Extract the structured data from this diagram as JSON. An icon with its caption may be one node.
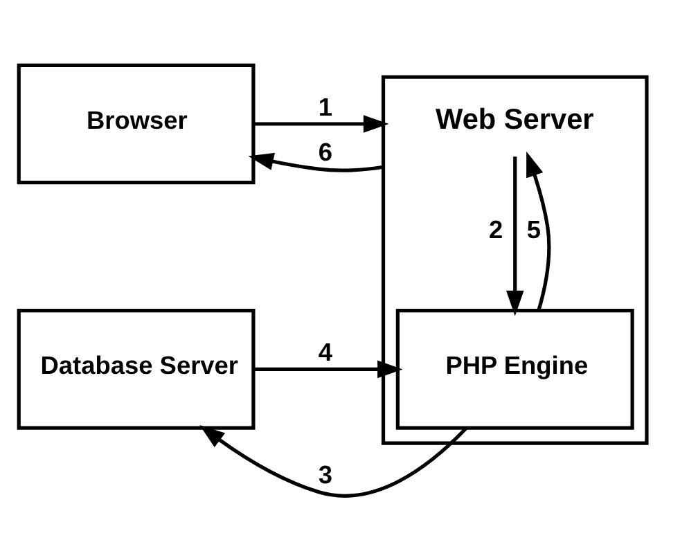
{
  "diagram": {
    "nodes": [
      {
        "text": [
          "Web Server"
        ]
      },
      {
        "text": [
          "Browser"
        ]
      },
      {
        "text": [
          "Database Server"
        ]
      },
      {
        "text": [
          "PHP Engine"
        ],
        "in": 0
      }
    ],
    "edges": [
      {
        "from": 1,
        "to": 0,
        "arrow": "to",
        "label": "1"
      },
      {
        "from": 0,
        "to": 3,
        "arrow": "to",
        "label": "2"
      },
      {
        "from": 3,
        "to": 2,
        "arrow": "to",
        "label": "3"
      },
      {
        "from": 2,
        "to": 3,
        "arrow": "to",
        "label": "4"
      },
      {
        "from": 3,
        "to": 0,
        "arrow": "to",
        "label": "5"
      },
      {
        "from": 0,
        "to": 1,
        "arrow": "to",
        "label": "6"
      }
    ]
  }
}
